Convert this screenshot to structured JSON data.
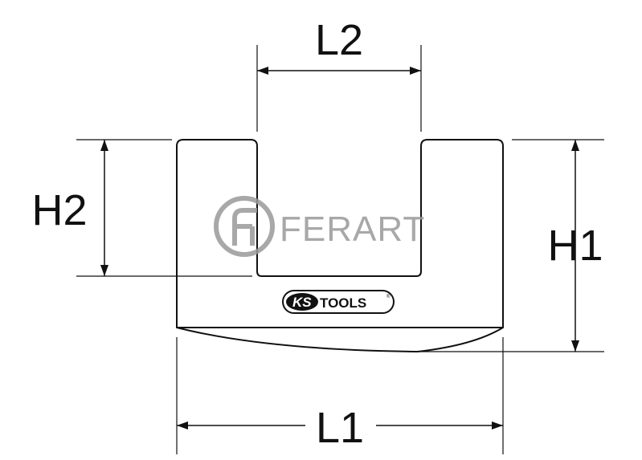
{
  "dimensions": {
    "l1": "L1",
    "l2": "L2",
    "h1": "H1",
    "h2": "H2"
  },
  "watermark": {
    "brand": "FERART"
  },
  "product_logo": {
    "ks": "KS",
    "tools": "TOOLS",
    "registered": "®"
  },
  "colors": {
    "line": "#111111",
    "watermark": "#9a9a9a",
    "background": "#ffffff"
  }
}
